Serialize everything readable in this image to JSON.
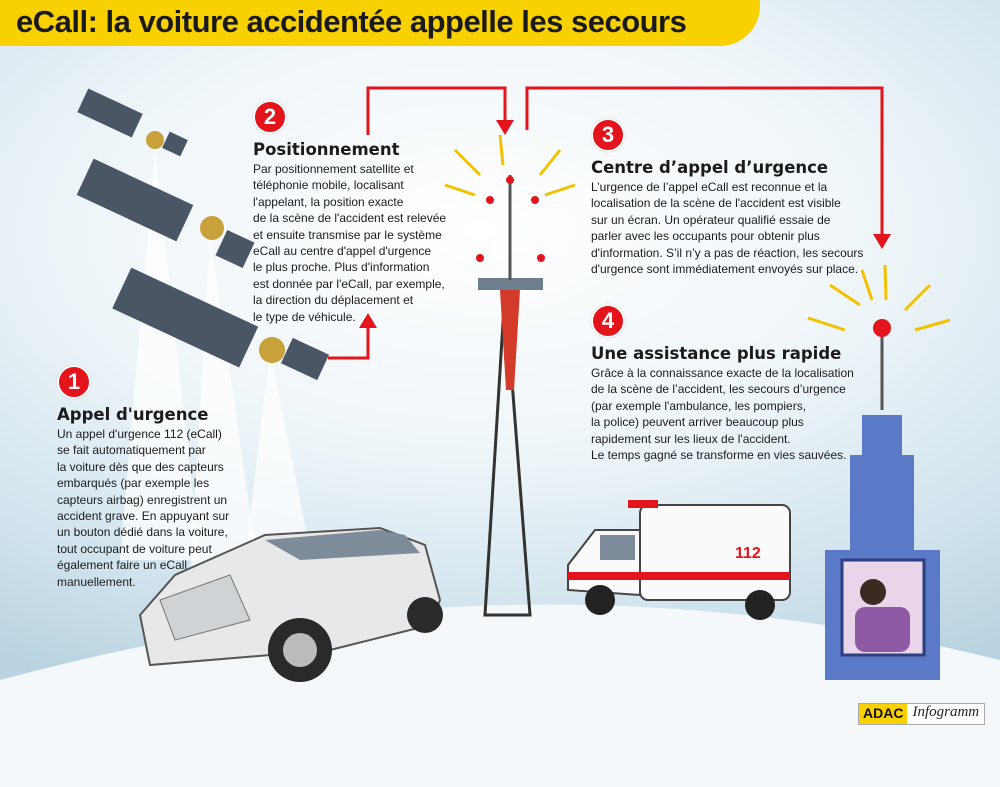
{
  "title": "eCall: la voiture accidentée appelle les secours",
  "colors": {
    "banner": "#f9d100",
    "accent": "#e3141b"
  },
  "steps": [
    {
      "number": "1",
      "heading": "Appel d'urgence",
      "text": "Un appel d'urgence 112 (eCall)\nse fait automatiquement par\nla voiture dès que des capteurs\nembarqués (par exemple les\ncapteurs airbag) enregistrent un\naccident grave. En appuyant sur\nun bouton dédié dans la voiture,\ntout occupant de voiture peut\négalement faire un eCall\nmanuellement."
    },
    {
      "number": "2",
      "heading": "Positionnement",
      "text": "Par positionnement satellite et\ntéléphonie mobile, localisant\nl'appelant, la position exacte\nde la scène de l'accident est relevée\net ensuite transmise par le système\neCall au centre d'appel d'urgence\nle plus proche. Plus d'information\nest donnée par l'eCall, par exemple,\nla direction du déplacement et\nle type de véhicule."
    },
    {
      "number": "3",
      "heading": "Centre d’appel d’urgence",
      "text": "L’urgence de l’appel eCall est reconnue et la\nlocalisation de la scène de l'accident est visible\nsur un écran. Un opérateur qualifié essaie de\nparler avec les occupants pour obtenir plus\nd'information. S’il n’y a pas de réaction, les secours\nd'urgence sont immédiatement envoyés sur place."
    },
    {
      "number": "4",
      "heading": "Une assistance plus rapide",
      "text": "Grâce à la connaissance exacte de la localisation\nde la scène de l’accident, les secours d’urgence\n(par exemple l'ambulance, les pompiers,\nla police) peuvent arriver beaucoup plus\nrapidement sur les lieux de l'accident.\nLe temps gagné se transforme en vies sauvées."
    }
  ],
  "ambulance_label": "112",
  "logo": {
    "brand": "ADAC",
    "product": "Infogramm"
  }
}
